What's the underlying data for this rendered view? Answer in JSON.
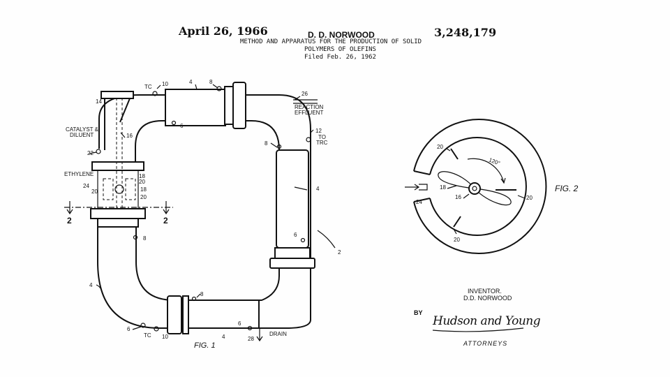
{
  "header": {
    "date": "April 26, 1966",
    "inventor": "D. D. NORWOOD",
    "patent_number": "3,248,179",
    "title_line1": "METHOD AND APPARATUS FOR THE PRODUCTION OF SOLID",
    "title_line2": "POLYMERS OF OLEFINS",
    "filed": "Filed Feb. 26, 1962"
  },
  "fig1": {
    "caption": "FIG. 1",
    "labels": {
      "tc_top": "TC",
      "n10_top": "10",
      "n4_top": "4",
      "n8_top": "8",
      "n14": "14",
      "n26": "26",
      "reaction": "REACTION",
      "effluent": "EFFLUENT",
      "n6_top": "6",
      "n12": "12",
      "to": "TO",
      "trc": "TRC",
      "catalyst": "CATALYST &",
      "diluent": "DILUENT",
      "n16": "16",
      "n8_right": "8",
      "n22": "22",
      "ethylene": "ETHYLENE",
      "n18a": "18",
      "n20a": "20",
      "n24": "24",
      "n20b": "20",
      "n18b": "18",
      "n20c": "20",
      "n4_right": "4",
      "sec_left": "2",
      "sec_right": "2",
      "n8_left": "8",
      "n6_right": "6",
      "n2": "2",
      "n4_left": "4",
      "n8_bottom": "8",
      "n6_bl": "6",
      "tc_bottom": "TC",
      "n10_bottom": "10",
      "n4_bottom": "4",
      "n6_bottom": "6",
      "n28": "28",
      "drain": "DRAIN"
    }
  },
  "fig2": {
    "caption": "FIG. 2",
    "labels": {
      "n20_top": "20",
      "angle": "120°",
      "n18": "18",
      "n16": "16",
      "n24": "24",
      "n20_right": "20",
      "n20_bottom": "20"
    }
  },
  "signature": {
    "inventor_label": "INVENTOR.",
    "inventor_name": "D.D. NORWOOD",
    "by": "BY",
    "signature_text": "Hudson and Young",
    "attorneys": "ATTORNEYS"
  }
}
